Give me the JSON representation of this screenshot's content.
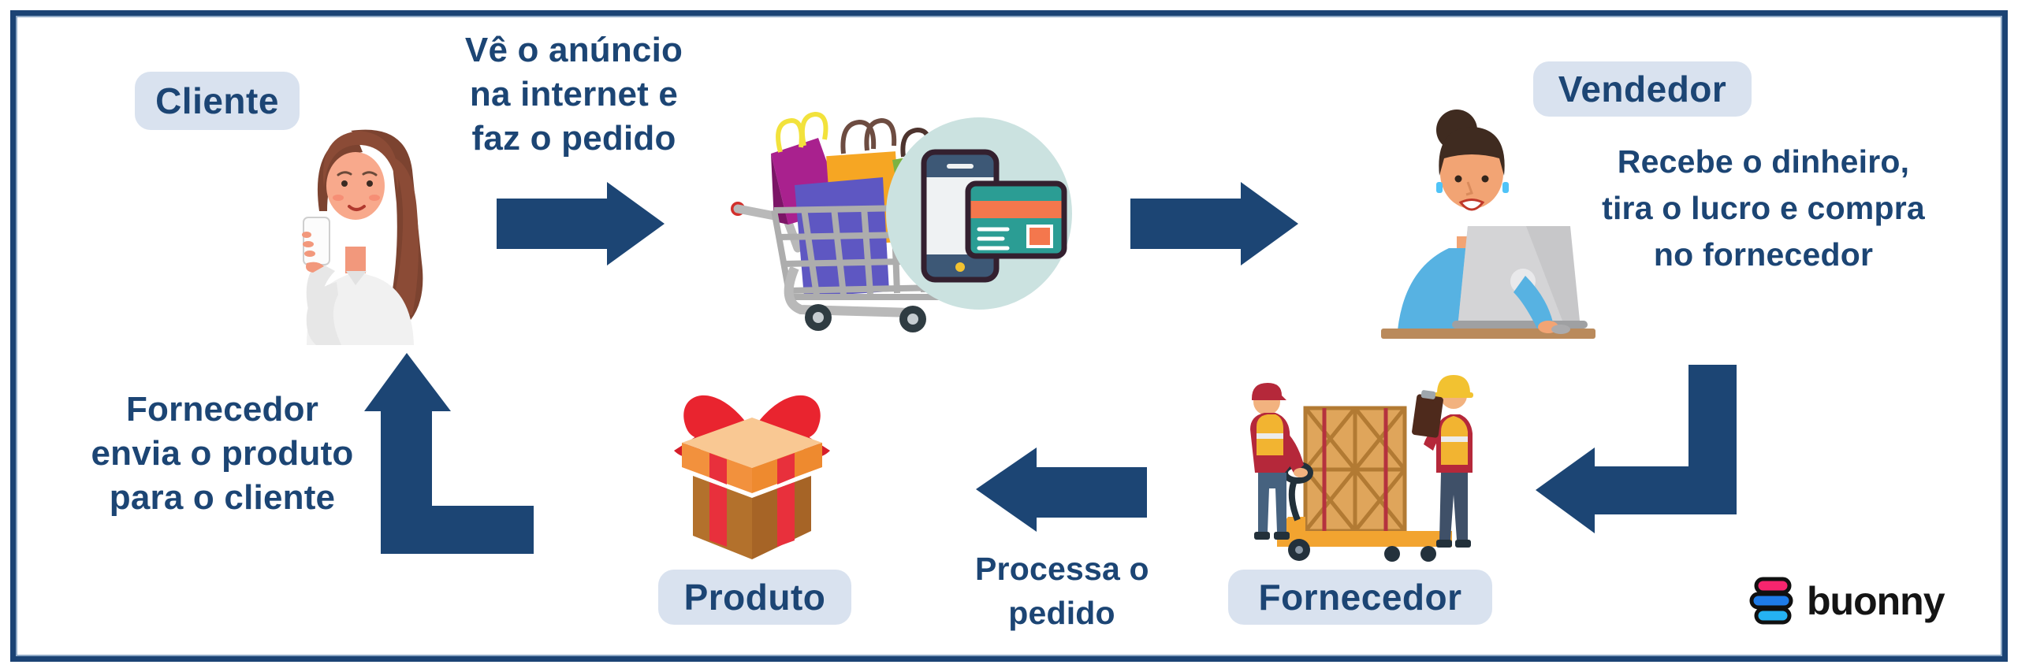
{
  "diagram": {
    "title_none_visible": "",
    "nodes": [
      {
        "label": "Cliente"
      },
      {
        "label": "Vendedor"
      },
      {
        "label": "Fornecedor"
      },
      {
        "label": "Produto"
      }
    ],
    "steps": [
      {
        "lines": [
          "Vê o anúncio",
          "na internet e",
          "faz o pedido"
        ]
      },
      {
        "lines": [
          "Recebe o dinheiro,",
          "tira o lucro e compra",
          "no fornecedor"
        ]
      },
      {
        "lines": [
          "Processa o",
          "pedido"
        ]
      },
      {
        "lines": [
          "Fornecedor",
          "envia o produto",
          "para o cliente"
        ]
      }
    ],
    "logo": {
      "text": "buonny"
    },
    "icons": {
      "cliente": "woman-with-phone-illustration",
      "order": "shopping-cart-with-bags-illustration",
      "payment": "mobile-payment-icon",
      "vendedor": "woman-at-laptop-illustration",
      "fornecedor": "warehouse-workers-crates-illustration",
      "produto": "gift-box-icon",
      "arrows": [
        "arrow-right-icon",
        "arrow-right-icon",
        "arrow-elbow-down-left-icon",
        "arrow-left-icon",
        "arrow-elbow-up-icon"
      ],
      "logo": "buonny-logo-icon"
    },
    "colors": {
      "navy": "#1C4574",
      "border": "#1B4374",
      "label_bg": "#D9E2EF",
      "circle_teal": "#CBE2E0",
      "gift_red": "#E9242F",
      "gift_orange": "#F2913D",
      "gift_brown": "#B3712C",
      "crate_tan": "#DFA55B",
      "vest_yellow": "#F2B431",
      "shirt_red": "#B5283A",
      "top_blue": "#57B2E2",
      "logo_pink": "#F7256E",
      "logo_blue": "#1E7BE8",
      "logo_light_blue": "#25B2F2",
      "logo_text": "#141414"
    }
  }
}
